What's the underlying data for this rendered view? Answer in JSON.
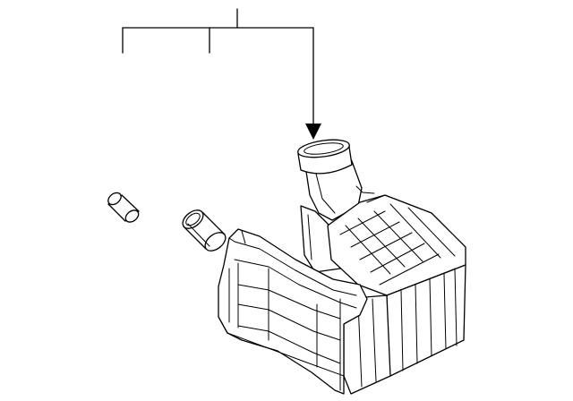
{
  "diagram": {
    "type": "exploded-parts-view",
    "parts": [
      {
        "name": "small-cap-part"
      },
      {
        "name": "hose-connector-part"
      },
      {
        "name": "air-cleaner-housing-part"
      }
    ],
    "callout": {
      "branches": 3,
      "arrow_target": "air-cleaner-housing-part"
    },
    "colors": {
      "line": "#000000",
      "background": "#ffffff"
    }
  }
}
